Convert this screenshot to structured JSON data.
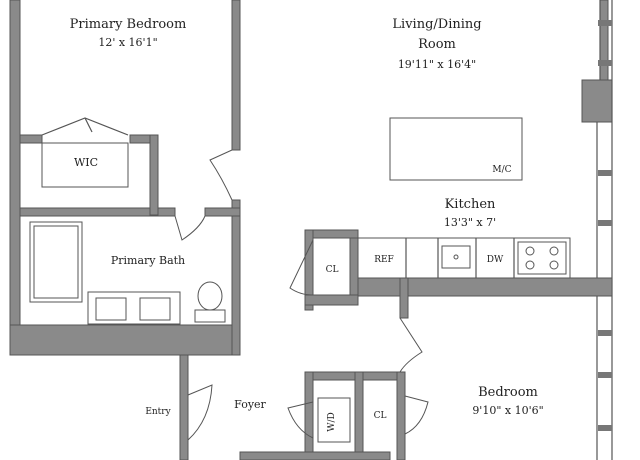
{
  "rooms": {
    "primary_bedroom": {
      "name": "Primary Bedroom",
      "dims": "12' x 16'1\""
    },
    "living_dining": {
      "name_line1": "Living/Dining",
      "name_line2": "Room",
      "dims": "19'11\" x 16'4\""
    },
    "kitchen": {
      "name": "Kitchen",
      "dims": "13'3\" x 7'"
    },
    "primary_bath": {
      "name": "Primary Bath"
    },
    "bedroom": {
      "name": "Bedroom",
      "dims": "9'10\" x 10'6\""
    },
    "foyer": {
      "name": "Foyer"
    }
  },
  "labels": {
    "wic": "WIC",
    "mw": "M/C",
    "ref": "REF",
    "dw": "DW",
    "cl_closet_1": "CL",
    "cl_closet_2": "CL",
    "entry": "Entry",
    "wd": "W/D"
  }
}
